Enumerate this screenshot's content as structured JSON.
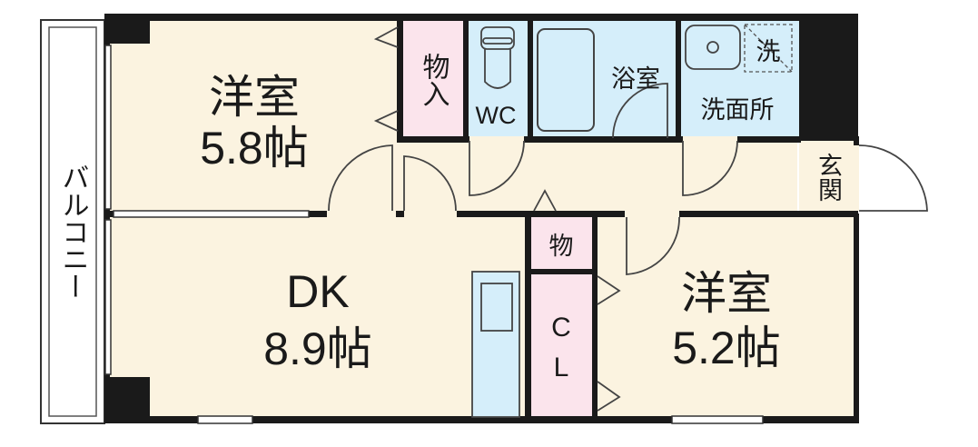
{
  "rooms": {
    "western1": {
      "name": "洋室",
      "size": "5.8帖"
    },
    "dk": {
      "name": "DK",
      "size": "8.9帖"
    },
    "western2": {
      "name": "洋室",
      "size": "5.2帖"
    },
    "storage1": "物入",
    "wc": "WC",
    "bath": "浴室",
    "washroom": "洗面所",
    "washer": "洗",
    "entrance": "玄関",
    "storage2": "物",
    "closet": [
      "C",
      "L"
    ],
    "balcony": "バルコニー"
  },
  "colors": {
    "room_fill": "#fbf3e0",
    "storage_fill": "#fbe4ec",
    "wet_fill": "#d5eefa",
    "wall": "#1a1a1a",
    "balcony_fill": "#ffffff"
  }
}
